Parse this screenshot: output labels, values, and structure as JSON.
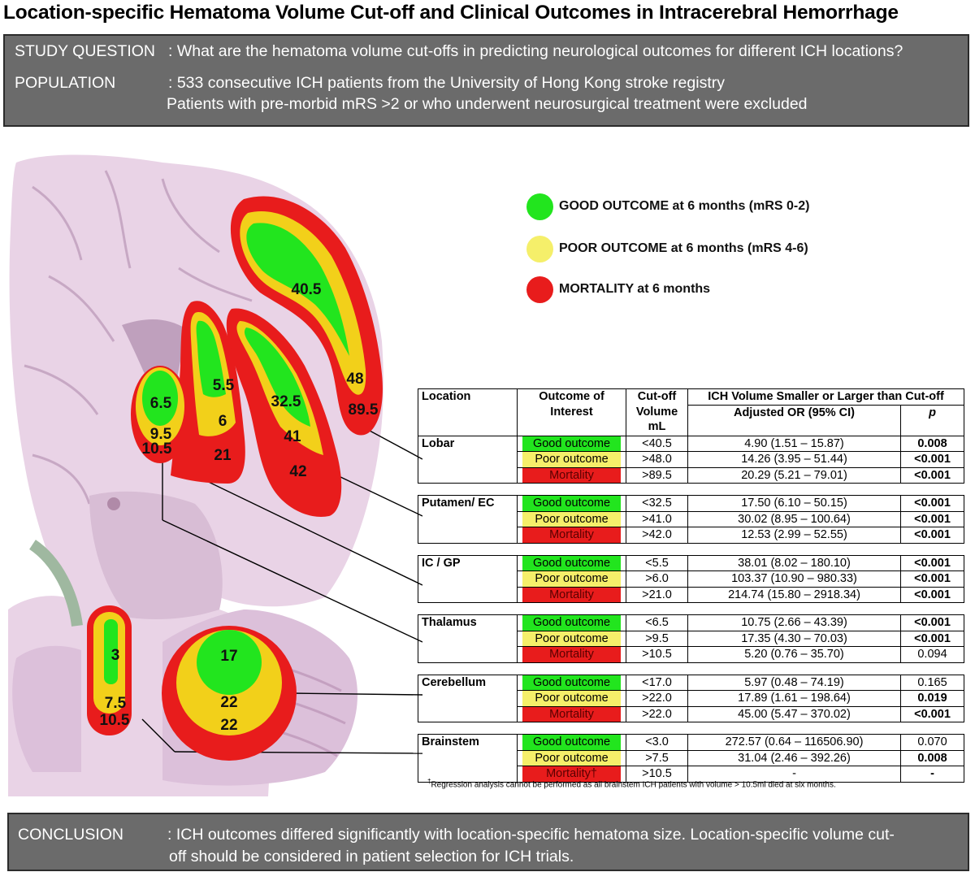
{
  "title": "Location-specific Hematoma Volume Cut-off and Clinical Outcomes in Intracerebral Hemorrhage",
  "study": {
    "question_label": "STUDY QUESTION",
    "question_text": ": What are the hematoma volume cut-offs in predicting neurological outcomes for different ICH locations?",
    "population_label": "POPULATION",
    "population_line1": ": 533 consecutive ICH patients from the University of Hong Kong stroke registry",
    "population_line2": "Patients with pre-morbid mRS >2 or who underwent neurosurgical treatment were excluded"
  },
  "legend": [
    {
      "label": "GOOD OUTCOME at 6 months (mRS 0-2)",
      "color": "#22e51e"
    },
    {
      "label": "POOR OUTCOME at 6 months (mRS 4-6)",
      "color": "#f5ef6a"
    },
    {
      "label": "MORTALITY at 6 months",
      "color": "#e81c1c"
    }
  ],
  "brain_labels": {
    "lobar": [
      "40.5",
      "48",
      "89.5"
    ],
    "putamen": [
      "32.5",
      "41",
      "42"
    ],
    "ic_gp": [
      "5.5",
      "6",
      "21"
    ],
    "thalamus": [
      "6.5",
      "9.5",
      "10.5"
    ],
    "cerebellum": [
      "17",
      "22",
      "22"
    ],
    "brainstem": [
      "3",
      "7.5",
      "10.5"
    ]
  },
  "table": {
    "headers": {
      "location": "Location",
      "outcome": "Outcome of Interest",
      "cutoff": "Cut-off Volume mL",
      "ich_volume": "ICH Volume Smaller or Larger than Cut-off",
      "or": "Adjusted OR (95% CI)",
      "p": "p"
    },
    "groups": [
      {
        "location": "Lobar",
        "rows": [
          {
            "outcome": "Good outcome",
            "cutoff": "<40.5",
            "or": "4.90 (1.51 – 15.87)",
            "p": "0.008",
            "bold": true
          },
          {
            "outcome": "Poor outcome",
            "cutoff": ">48.0",
            "or": "14.26 (3.95 – 51.44)",
            "p": "<0.001",
            "bold": true
          },
          {
            "outcome": "Mortality",
            "cutoff": ">89.5",
            "or": "20.29 (5.21 – 79.01)",
            "p": "<0.001",
            "bold": true
          }
        ]
      },
      {
        "location": "Putamen/ EC",
        "rows": [
          {
            "outcome": "Good outcome",
            "cutoff": "<32.5",
            "or": "17.50 (6.10 – 50.15)",
            "p": "<0.001",
            "bold": true
          },
          {
            "outcome": "Poor outcome",
            "cutoff": ">41.0",
            "or": "30.02 (8.95 – 100.64)",
            "p": "<0.001",
            "bold": true
          },
          {
            "outcome": "Mortality",
            "cutoff": ">42.0",
            "or": "12.53 (2.99 – 52.55)",
            "p": "<0.001",
            "bold": true
          }
        ]
      },
      {
        "location": "IC / GP",
        "rows": [
          {
            "outcome": "Good outcome",
            "cutoff": "<5.5",
            "or": "38.01 (8.02 – 180.10)",
            "p": "<0.001",
            "bold": true
          },
          {
            "outcome": "Poor outcome",
            "cutoff": ">6.0",
            "or": "103.37 (10.90 – 980.33)",
            "p": "<0.001",
            "bold": true
          },
          {
            "outcome": "Mortality",
            "cutoff": ">21.0",
            "or": "214.74 (15.80 – 2918.34)",
            "p": "<0.001",
            "bold": true
          }
        ]
      },
      {
        "location": "Thalamus",
        "rows": [
          {
            "outcome": "Good outcome",
            "cutoff": "<6.5",
            "or": "10.75 (2.66 – 43.39)",
            "p": "<0.001",
            "bold": true
          },
          {
            "outcome": "Poor outcome",
            "cutoff": ">9.5",
            "or": "17.35 (4.30 – 70.03)",
            "p": "<0.001",
            "bold": true
          },
          {
            "outcome": "Mortality",
            "cutoff": ">10.5",
            "or": "5.20 (0.76 – 35.70)",
            "p": "0.094",
            "bold": false
          }
        ]
      },
      {
        "location": "Cerebellum",
        "rows": [
          {
            "outcome": "Good outcome",
            "cutoff": "<17.0",
            "or": "5.97 (0.48 – 74.19)",
            "p": "0.165",
            "bold": false
          },
          {
            "outcome": "Poor outcome",
            "cutoff": ">22.0",
            "or": "17.89 (1.61 – 198.64)",
            "p": "0.019",
            "bold": true
          },
          {
            "outcome": "Mortality",
            "cutoff": ">22.0",
            "or": "45.00 (5.47 – 370.02)",
            "p": "<0.001",
            "bold": true
          }
        ]
      },
      {
        "location": "Brainstem",
        "rows": [
          {
            "outcome": "Good outcome",
            "cutoff": "<3.0",
            "or": "272.57 (0.64 – 116506.90)",
            "p": "0.070",
            "bold": false
          },
          {
            "outcome": "Poor outcome",
            "cutoff": ">7.5",
            "or": "31.04 (2.46 – 392.26)",
            "p": "0.008",
            "bold": true
          },
          {
            "outcome": "Mortality†",
            "cutoff": ">10.5",
            "or": "-",
            "p": "-",
            "bold": true
          }
        ]
      }
    ],
    "footnote_mark": "†",
    "footnote": "Regression analysis cannot be performed as all brainstem ICH patients with volume > 10.5ml died at six months."
  },
  "conclusion": {
    "label": "CONCLUSION",
    "line1": ": ICH outcomes differed significantly with location-specific hematoma size. Location-specific volume cut-",
    "line2": "off should be considered in patient selection for ICH trials."
  }
}
